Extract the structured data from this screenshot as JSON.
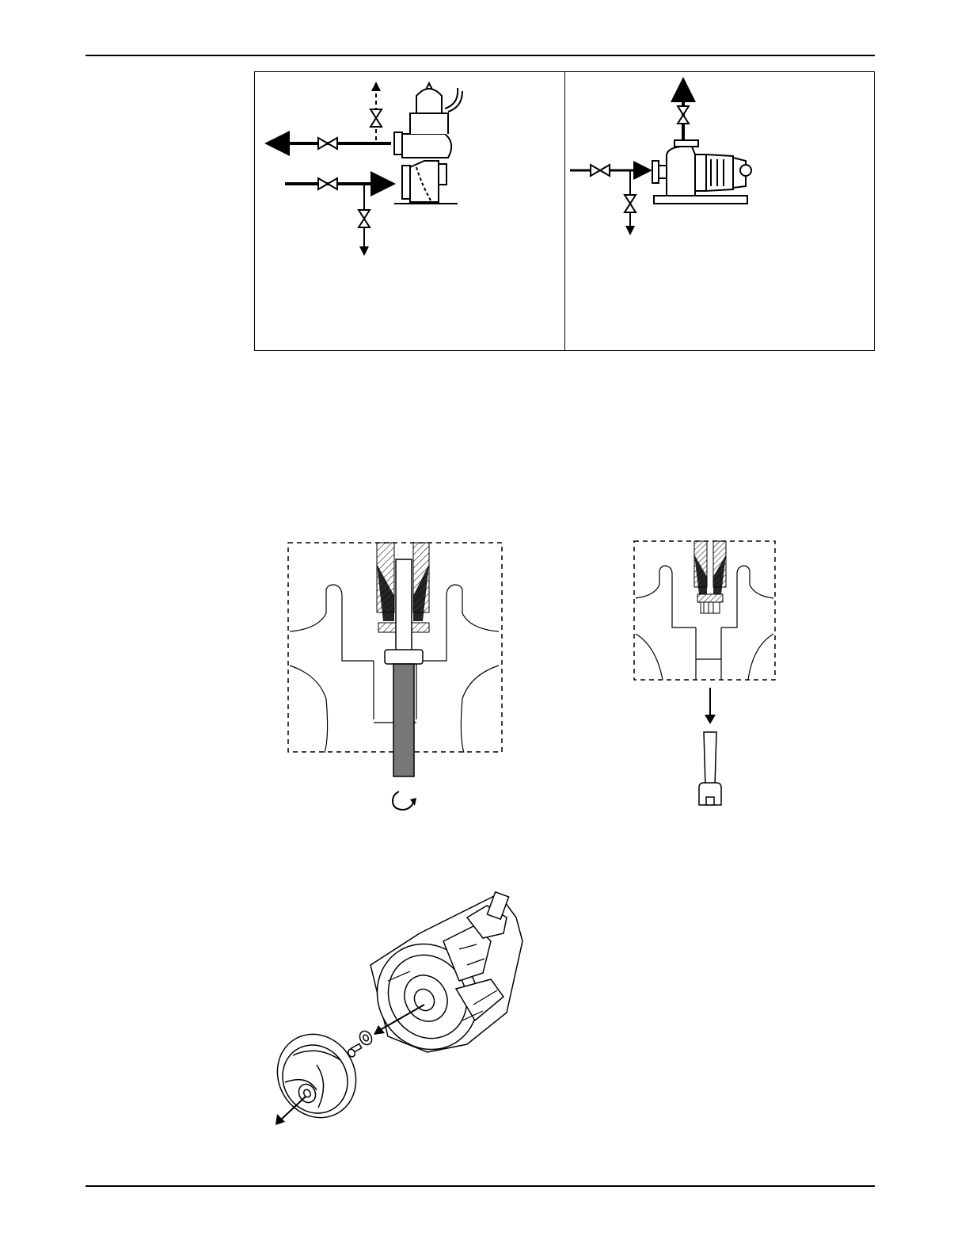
{
  "page": {
    "header_rule": "",
    "footer_rule": ""
  },
  "figures": [
    {
      "id": "submersible-pump-installation",
      "icons": [
        "pump-icon",
        "valve-icon",
        "flow-arrow-icon"
      ]
    },
    {
      "id": "dry-installed-pump",
      "icons": [
        "pump-icon",
        "valve-icon",
        "flow-arrow-icon"
      ]
    },
    {
      "id": "impeller-screw-loosening",
      "icons": [
        "rotate-icon",
        "tool-icon"
      ]
    },
    {
      "id": "impeller-screw-removal",
      "icons": [
        "screw-icon",
        "down-arrow-icon"
      ]
    },
    {
      "id": "impeller-removal-exploded",
      "icons": [
        "impeller-icon",
        "washer-icon",
        "screw-icon"
      ]
    }
  ],
  "colors": {
    "line": "#000000",
    "tool_fill": "#777777",
    "background": "#ffffff"
  }
}
